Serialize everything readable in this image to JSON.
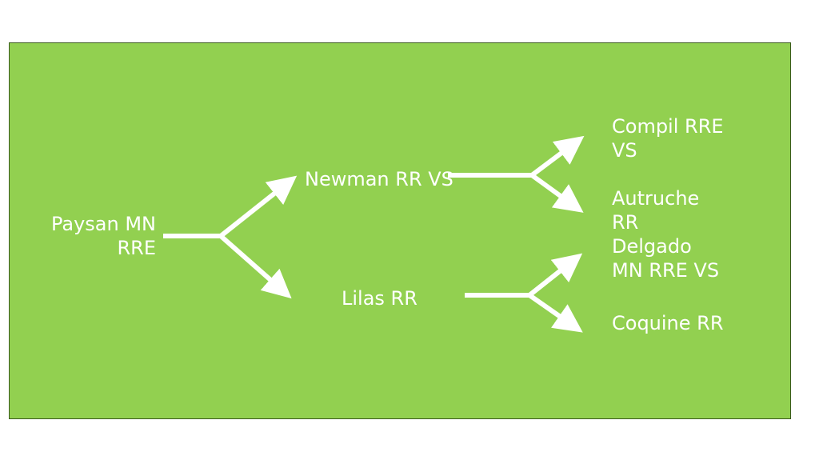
{
  "colors": {
    "panel_background": "#92d050",
    "text": "#ffffff",
    "arrow": "#ffffff"
  },
  "nodes": {
    "root": {
      "lines": [
        "Paysan MN",
        "RRE"
      ]
    },
    "branch_top": {
      "lines": [
        "Newman RR VS"
      ]
    },
    "branch_bottom": {
      "lines": [
        "Lilas RR"
      ]
    },
    "leaf_compil": {
      "lines": [
        "Compil RRE",
        "VS"
      ]
    },
    "leaf_autruche": {
      "lines": [
        "Autruche",
        "RR",
        "Delgado",
        "MN RRE VS"
      ]
    },
    "leaf_coquine": {
      "lines": [
        "Coquine RR"
      ]
    }
  }
}
